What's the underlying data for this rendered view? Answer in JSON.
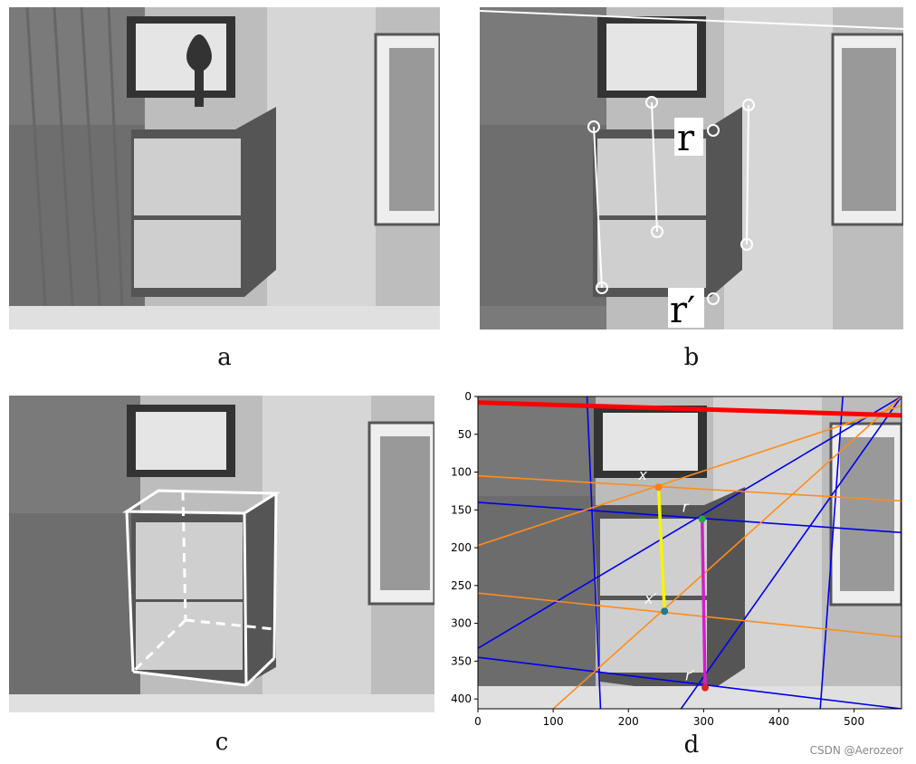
{
  "figure": {
    "panels": [
      {
        "id": "a",
        "caption": "a"
      },
      {
        "id": "b",
        "caption": "b",
        "labels": {
          "top": "r",
          "bottom": "r′"
        }
      },
      {
        "id": "c",
        "caption": "c"
      },
      {
        "id": "d",
        "caption": "d"
      }
    ],
    "watermark": "CSDN @Aerozeor"
  },
  "chart_data": {
    "type": "image-plot",
    "x_ticks": [
      0,
      100,
      200,
      300,
      400,
      500
    ],
    "y_ticks": [
      0,
      50,
      100,
      150,
      200,
      250,
      300,
      350,
      400
    ],
    "xlim": [
      0,
      563
    ],
    "ylim": [
      413,
      0
    ],
    "points": [
      {
        "label": "x",
        "x": 240,
        "y": 120,
        "color": "#f08020"
      },
      {
        "label": "x′",
        "x": 248,
        "y": 284,
        "color": "#1f7a8c"
      },
      {
        "label": "r",
        "x": 298,
        "y": 162,
        "color": "#22aa44"
      },
      {
        "label": "r′",
        "x": 302,
        "y": 385,
        "color": "#dd2222"
      }
    ],
    "segments": [
      {
        "from": "x",
        "to": "x′",
        "color": "#f5f500"
      },
      {
        "from": "r",
        "to": "r′",
        "color": "#d020c8"
      }
    ],
    "horizon": {
      "color": "#ff0000",
      "p1": [
        0,
        8
      ],
      "p2": [
        563,
        25
      ]
    },
    "blue_lines": [
      [
        [
          145,
          0
        ],
        [
          163,
          413
        ]
      ],
      [
        [
          485,
          0
        ],
        [
          455,
          413
        ]
      ],
      [
        [
          0,
          140
        ],
        [
          563,
          180
        ]
      ],
      [
        [
          0,
          345
        ],
        [
          563,
          413
        ]
      ],
      [
        [
          0,
          333
        ],
        [
          563,
          0
        ]
      ],
      [
        [
          270,
          413
        ],
        [
          563,
          0
        ]
      ]
    ],
    "orange_lines": [
      [
        [
          0,
          105
        ],
        [
          563,
          138
        ]
      ],
      [
        [
          0,
          260
        ],
        [
          563,
          318
        ]
      ],
      [
        [
          0,
          197
        ],
        [
          563,
          12
        ]
      ],
      [
        [
          100,
          413
        ],
        [
          563,
          0
        ]
      ]
    ]
  }
}
